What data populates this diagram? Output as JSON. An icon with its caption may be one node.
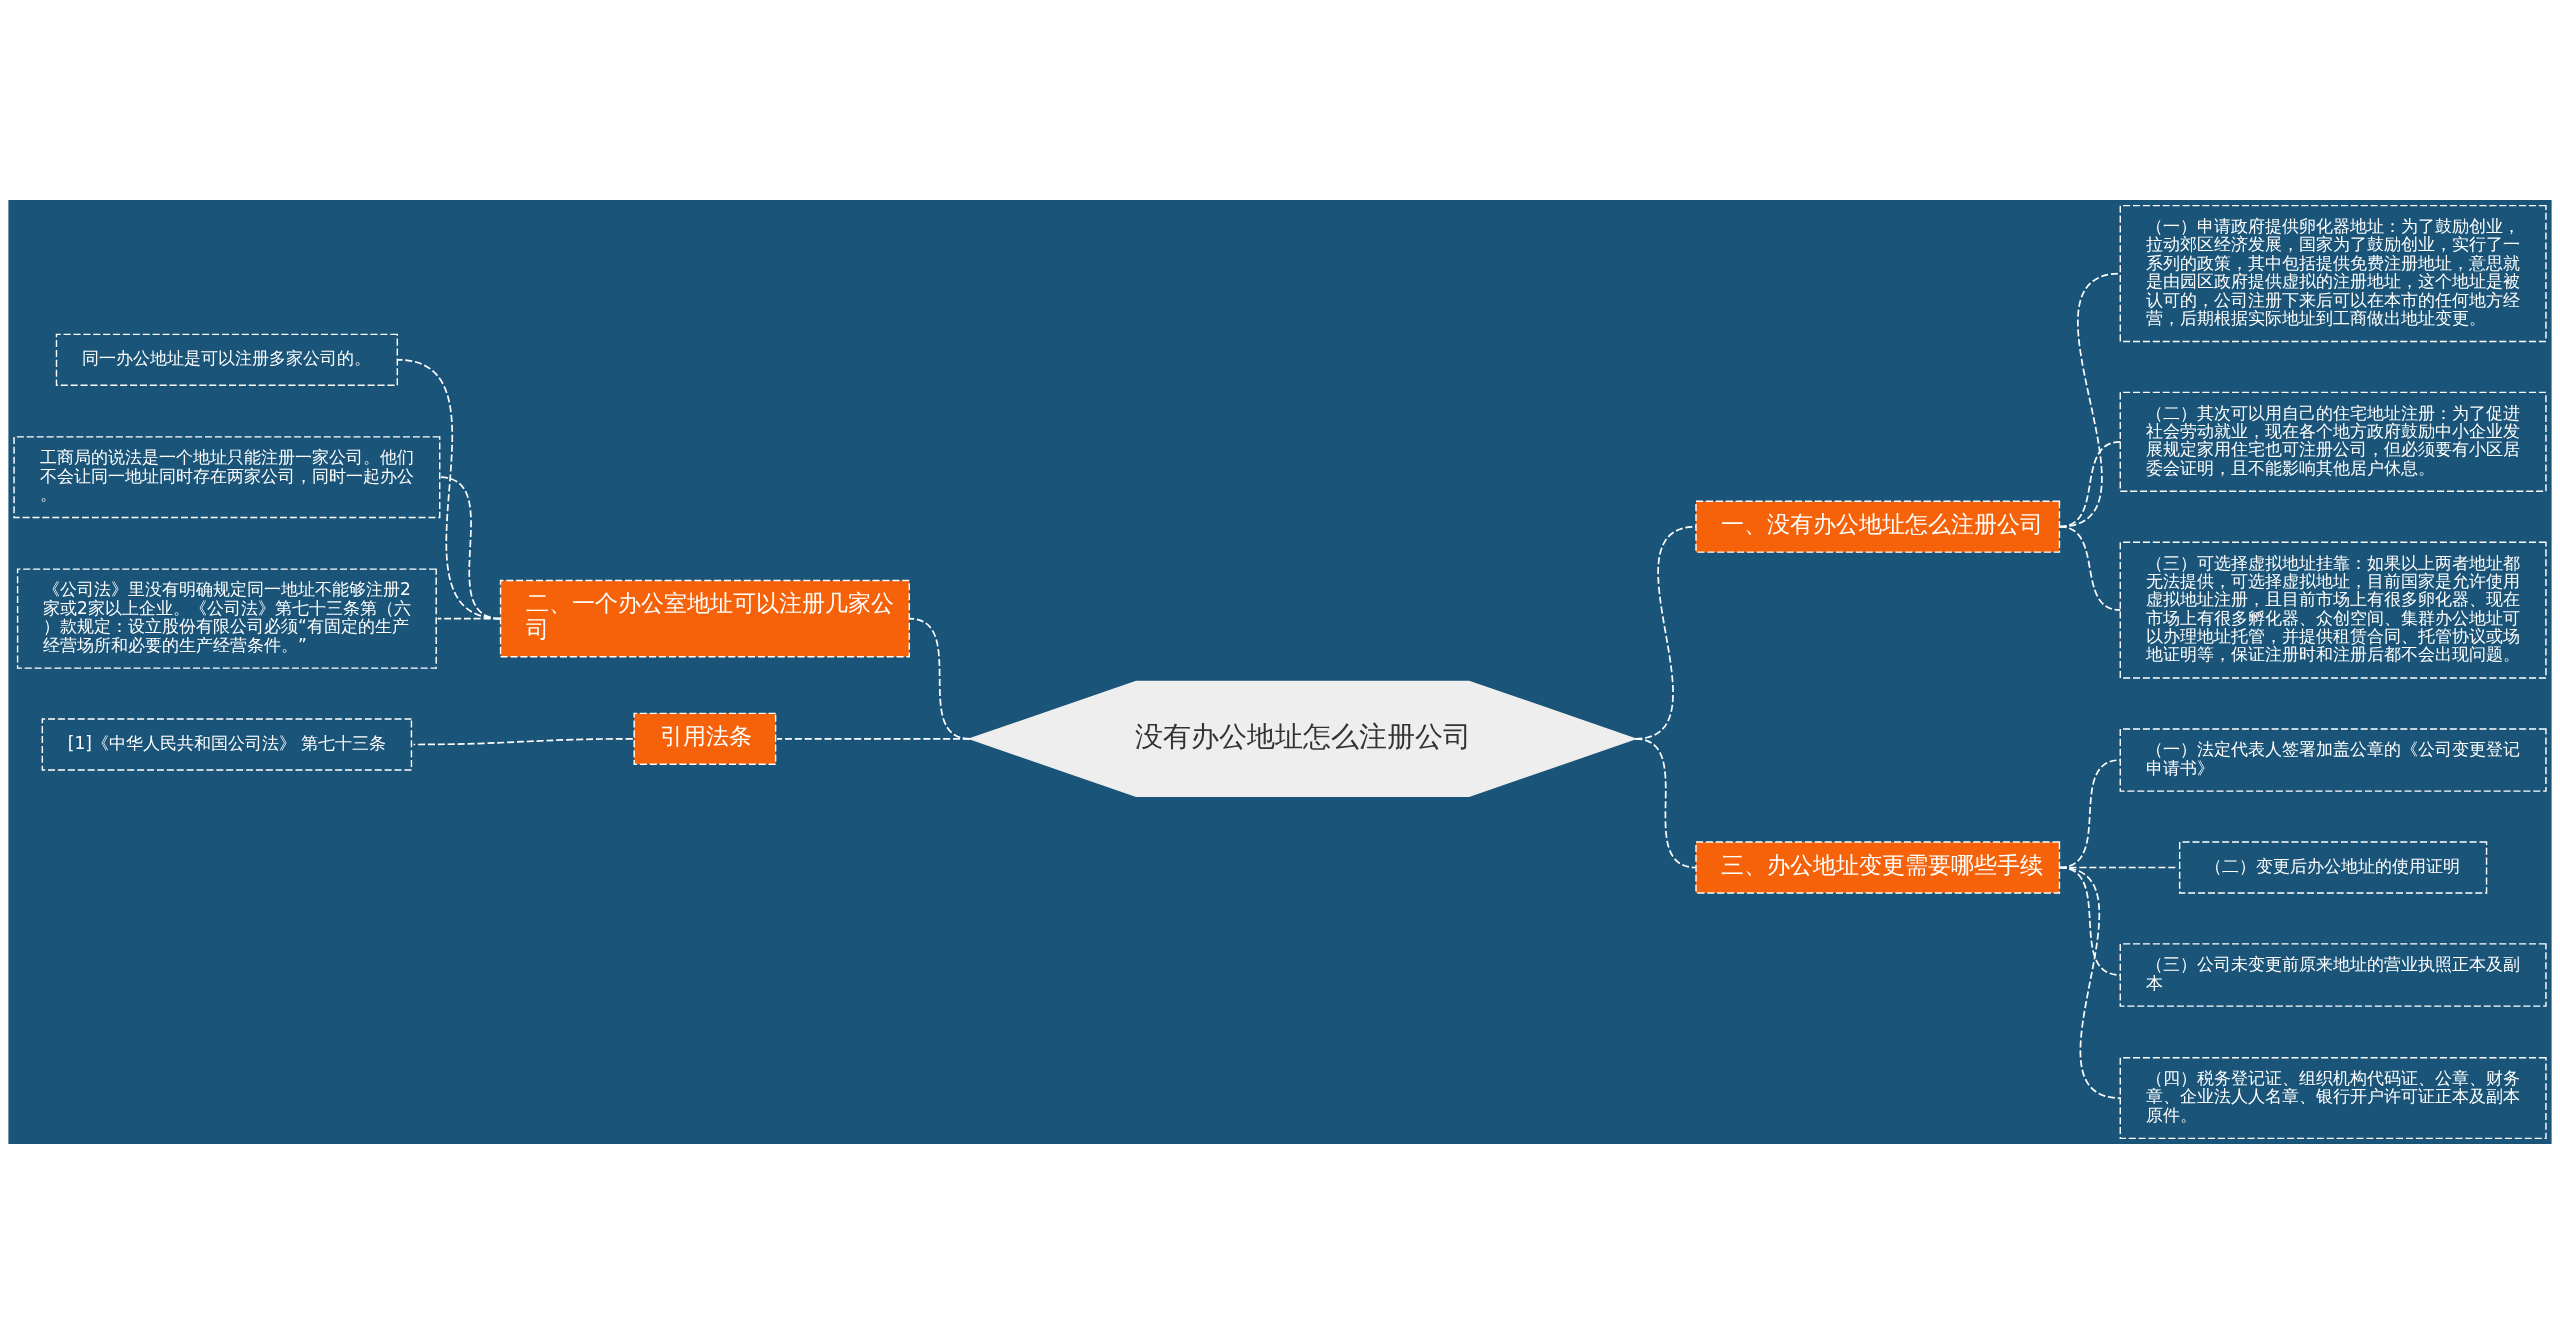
{
  "diagram": {
    "nodes": [
      {
        "text": [
          "没有办公地址怎么注册公司"
        ]
      },
      {
        "text": [
          "一、没有办公地址怎么注册公司"
        ]
      },
      {
        "text": [
          "（一）申请政府提供卵化器地址：为了鼓励创业，拉动郊区经济发展，国家为了鼓励创业，实行了一系列的政策，其中包括提供免费注册地址，意思就是由园区政府提供虚拟的注册地址，这个地址是被认可的，公司注册下来后可以在本市的任何地方经营，后期根据实际地址到工商做出地址变更。"
        ]
      },
      {
        "text": [
          "（二）其次可以用自己的住宅地址注册：为了促进社会劳动就业，现在各个地方政府鼓励中小企业发展规定家用住宅也可注册公司，但必须要有小区居委会证明，且不能影响其他居户休息。"
        ]
      },
      {
        "text": [
          "（三）可选择虚拟地址挂靠：如果以上两者地址都无法提供，可选择虚拟地址，目前国家是允许使用虚拟地址注册，且目前市场上有很多卵化器、现在市场上有很多孵化器、众创空间、集群办公地址可以办理地址托管，并提供租赁合同、托管协议或场地证明等，保证注册时和注册后都不会出现问题。"
        ]
      },
      {
        "text": [
          "三、办公地址变更需要哪些手续"
        ]
      },
      {
        "text": [
          "（一）法定代表人签署加盖公章的《公司变更登记申请书》"
        ]
      },
      {
        "text": [
          "（二）变更后办公地址的使用证明"
        ]
      },
      {
        "text": [
          "（三）公司未变更前原来地址的营业执照正本及副本"
        ]
      },
      {
        "text": [
          "（四）税务登记证、组织机构代码证、公章、财务章、企业法人人名章、银行开户许可证正本及副本原件。"
        ]
      },
      {
        "text": [
          "二、一个办公室地址可以注册几家公司"
        ]
      },
      {
        "text": [
          "同一办公地址是可以注册多家公司的。"
        ]
      },
      {
        "text": [
          "工商局的说法是一个地址只能注册一家公司。他们不会让同一地址同时存在两家公司，同时一起办公。"
        ]
      },
      {
        "text": [
          "《公司法》里没有明确规定同一地址不能够注册2家或2家以上企业。《公司法》第七十三条第（六）款规定：设立股份有限公司必须“有固定的生产经营场所和必要的生产经营条件。”"
        ]
      },
      {
        "text": [
          "引用法条"
        ]
      },
      {
        "text": [
          "[1]《中华人民共和国公司法》 第七十三条"
        ]
      }
    ],
    "edges": [
      {
        "from": 0,
        "to": 1,
        "arrow": "none"
      },
      {
        "from": 1,
        "to": 2,
        "arrow": "none"
      },
      {
        "from": 1,
        "to": 3,
        "arrow": "none"
      },
      {
        "from": 1,
        "to": 4,
        "arrow": "none"
      },
      {
        "from": 0,
        "to": 5,
        "arrow": "none"
      },
      {
        "from": 5,
        "to": 6,
        "arrow": "none"
      },
      {
        "from": 5,
        "to": 7,
        "arrow": "none"
      },
      {
        "from": 5,
        "to": 8,
        "arrow": "none"
      },
      {
        "from": 5,
        "to": 9,
        "arrow": "none"
      },
      {
        "from": 0,
        "to": 10,
        "arrow": "none"
      },
      {
        "from": 10,
        "to": 11,
        "arrow": "none"
      },
      {
        "from": 10,
        "to": 12,
        "arrow": "none"
      },
      {
        "from": 10,
        "to": 13,
        "arrow": "none"
      },
      {
        "from": 0,
        "to": 14,
        "arrow": "none"
      },
      {
        "from": 14,
        "to": 15,
        "arrow": "none"
      }
    ]
  }
}
